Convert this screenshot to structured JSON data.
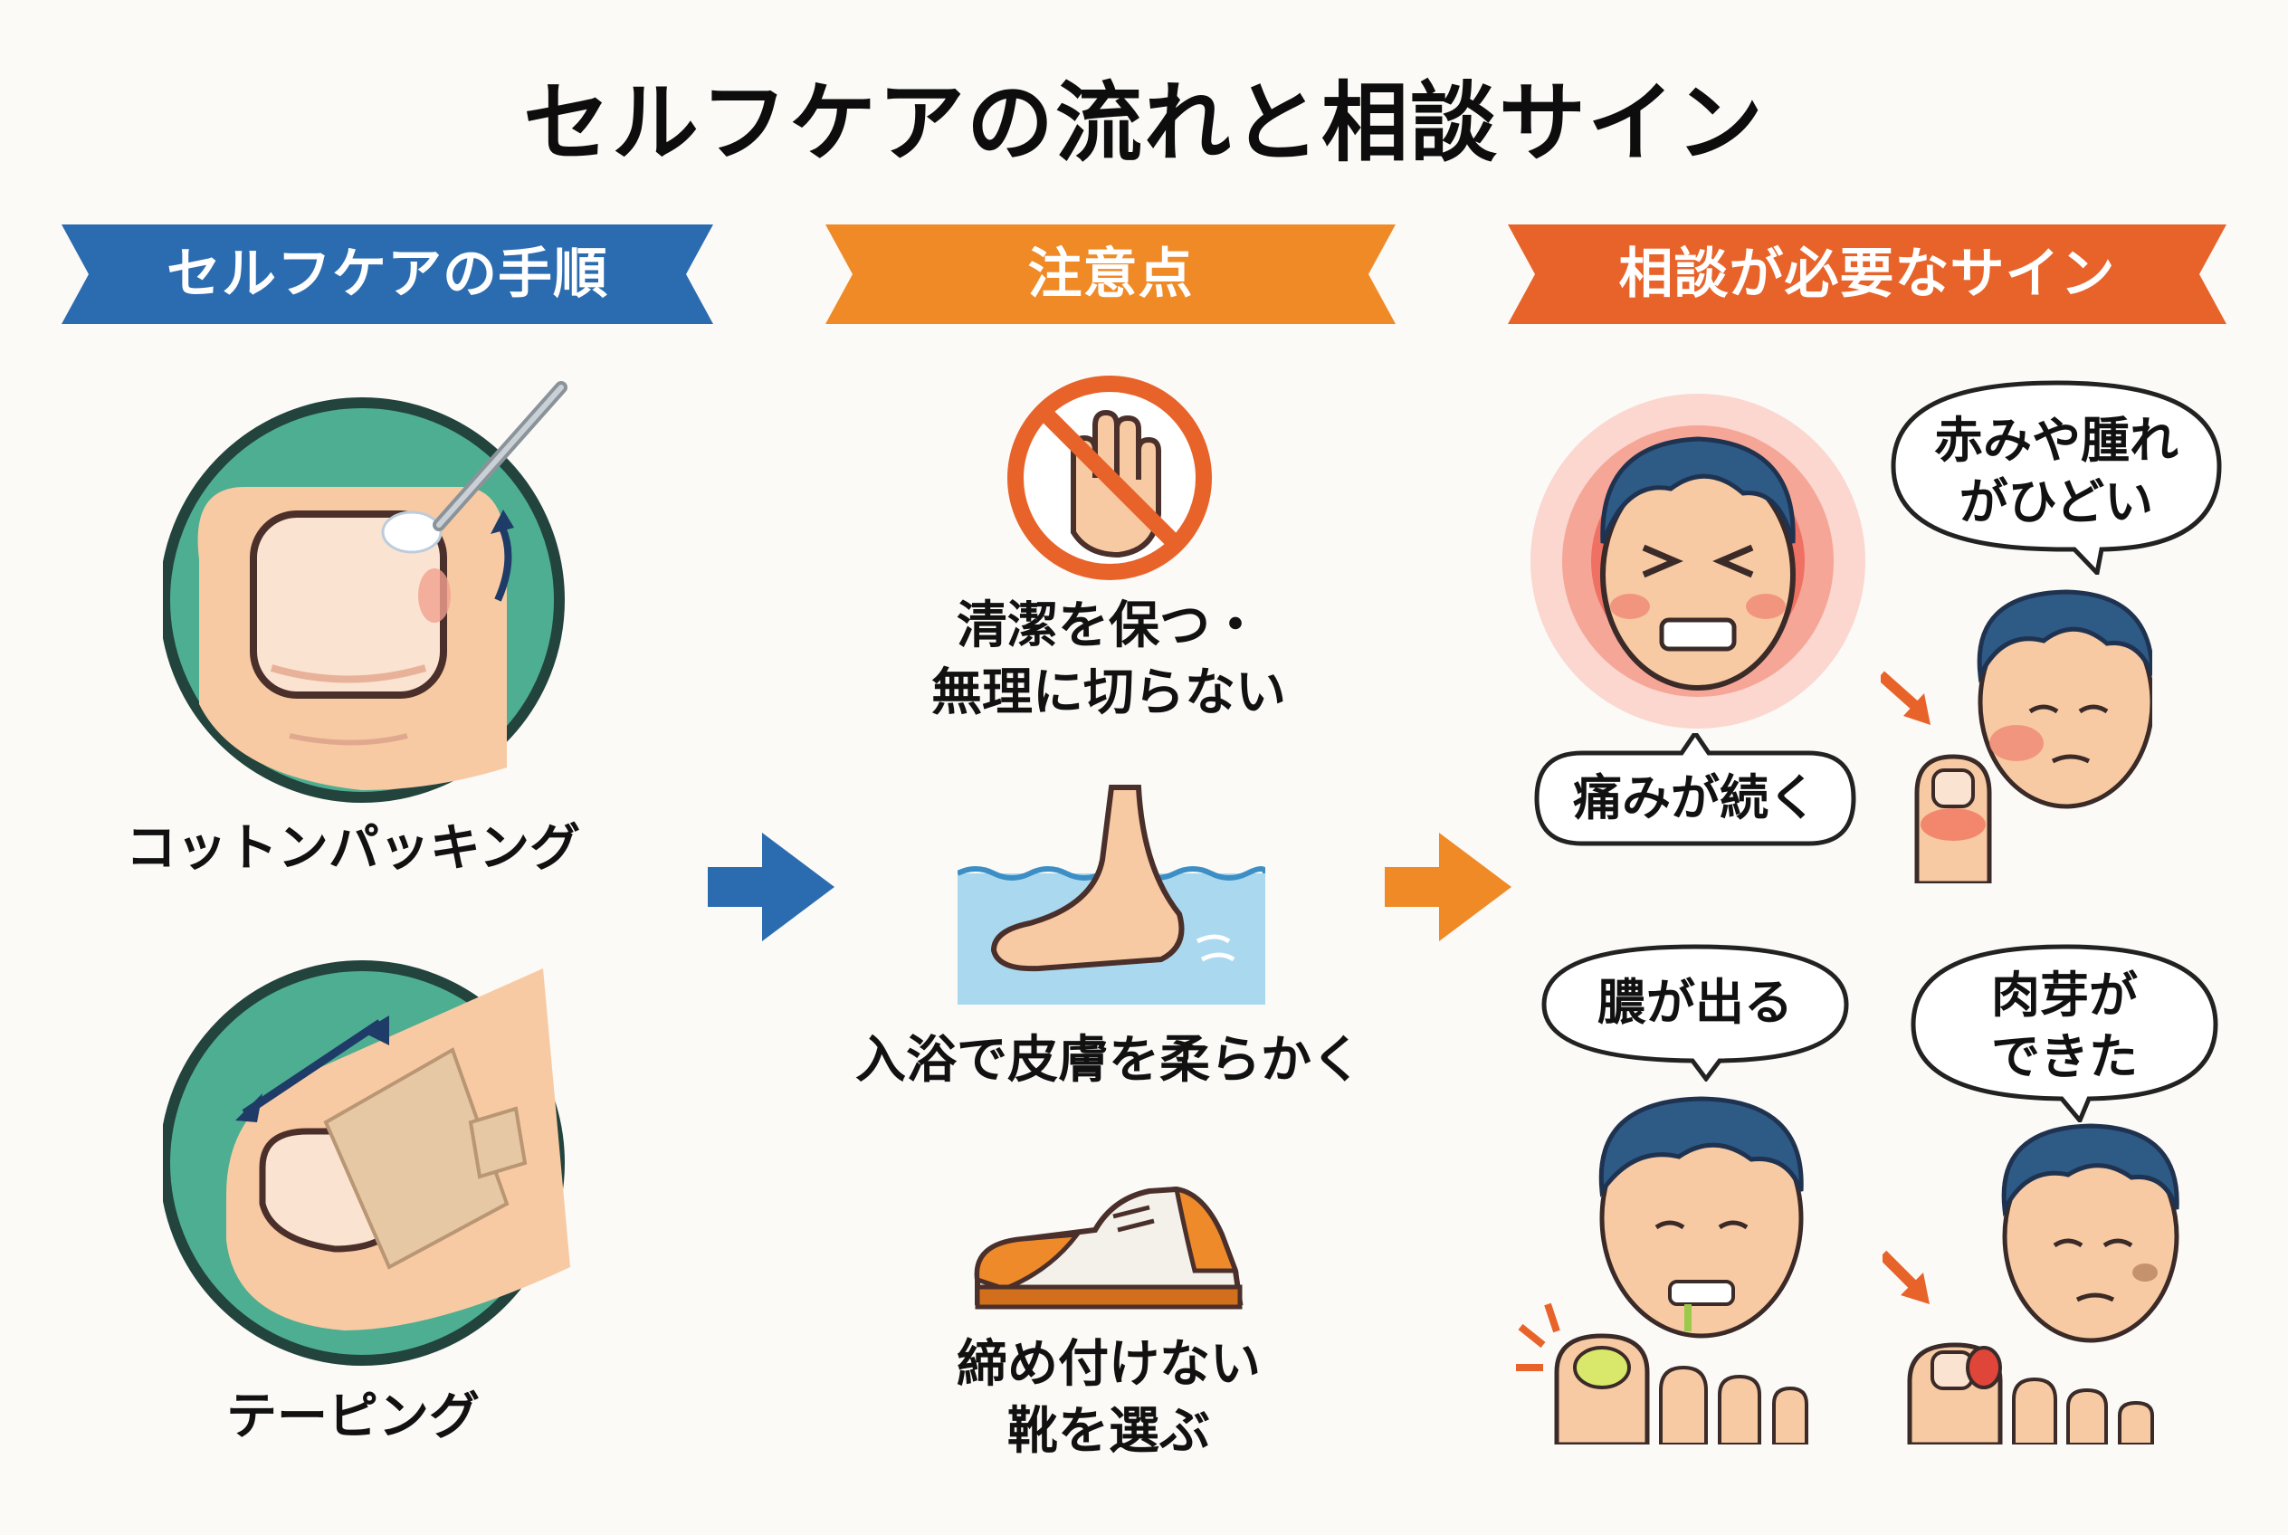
{
  "title": "セルフケアの流れと相談サイン",
  "sections": {
    "selfcare": {
      "heading": "セルフケアの手順",
      "color": "#2b6cb0",
      "steps": [
        {
          "label": "コットンパッキング",
          "icon": "cotton-packing-illustration"
        },
        {
          "label": "テーピング",
          "icon": "taping-illustration"
        }
      ]
    },
    "cautions": {
      "heading": "注意点",
      "color": "#ef8a27",
      "items": [
        {
          "label_line1": "清潔を保つ・",
          "label_line2": "無理に切らない",
          "icon": "no-hand-icon"
        },
        {
          "label_line1": "入浴で皮膚を柔らかく",
          "icon": "foot-bath-icon"
        },
        {
          "label_line1": "締め付けない",
          "label_line2": "靴を選ぶ",
          "icon": "shoe-icon"
        }
      ]
    },
    "signs": {
      "heading": "相談が必要なサイン",
      "color": "#e8632a",
      "items": [
        {
          "line1": "痛みが続く",
          "icon": "pain-face-icon"
        },
        {
          "line1": "赤みや腫れ",
          "line2": "がひどい",
          "icon": "red-swollen-toe-icon"
        },
        {
          "line1": "膿が出る",
          "icon": "pus-toe-icon"
        },
        {
          "line1": "肉芽が",
          "line2": "できた",
          "icon": "granulation-toe-icon"
        }
      ]
    }
  },
  "arrows": [
    {
      "icon": "arrow-right-icon",
      "color": "#2b6cb0"
    },
    {
      "icon": "arrow-right-icon",
      "color": "#ef8a27"
    }
  ]
}
